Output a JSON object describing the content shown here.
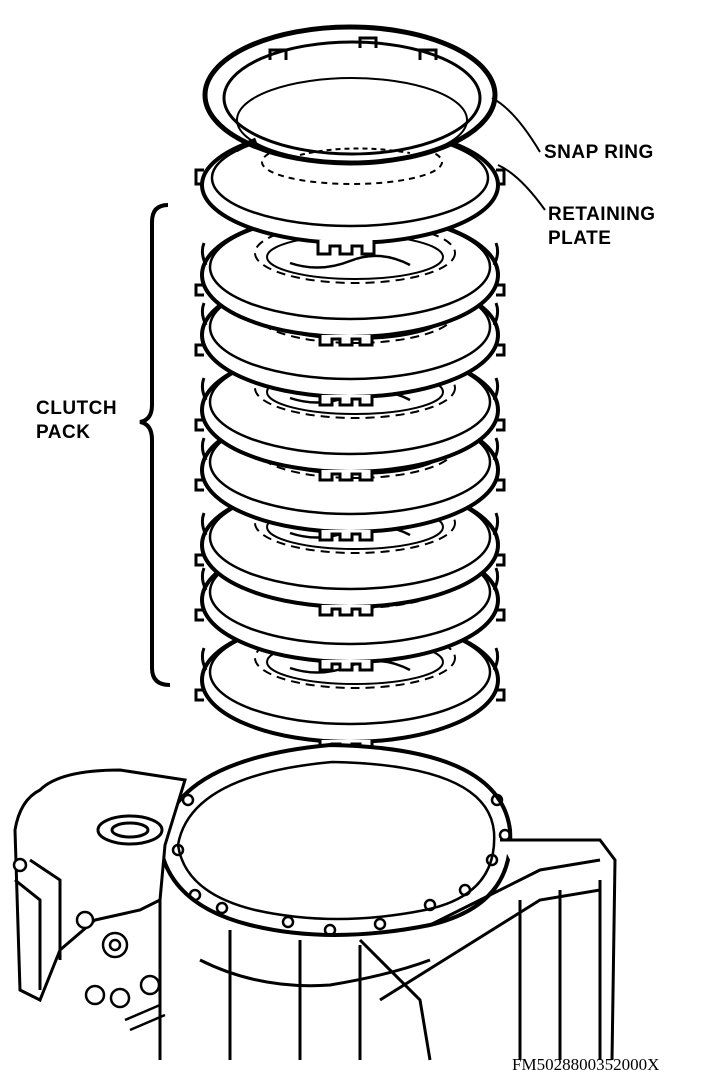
{
  "labels": {
    "snap_ring": "SNAP RING",
    "retaining_plate_line1": "RETAINING",
    "retaining_plate_line2": "PLATE",
    "clutch_pack_line1": "CLUTCH",
    "clutch_pack_line2": "PACK"
  },
  "figure_code": "FM5028800352000X",
  "colors": {
    "ink": "#000000",
    "paper": "#ffffff"
  }
}
